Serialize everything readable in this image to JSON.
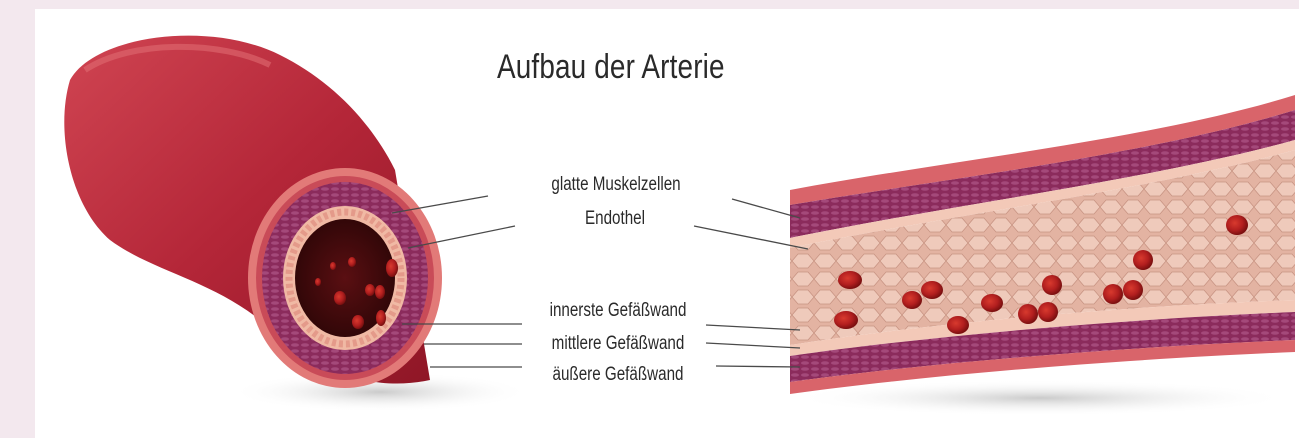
{
  "title": "Aufbau der Arterie",
  "labels": {
    "muscle": "glatte Muskelzellen",
    "endothel": "Endothel",
    "inner": "innerste Gefäßwand",
    "middle": "mittlere Gefäßwand",
    "outer": "äußere Gefäßwand"
  },
  "colors": {
    "wall": "#b8283a",
    "muscle": "#8a2a5a",
    "lumen": "#e9c0b0",
    "blood_cell": "#b21f1f"
  }
}
